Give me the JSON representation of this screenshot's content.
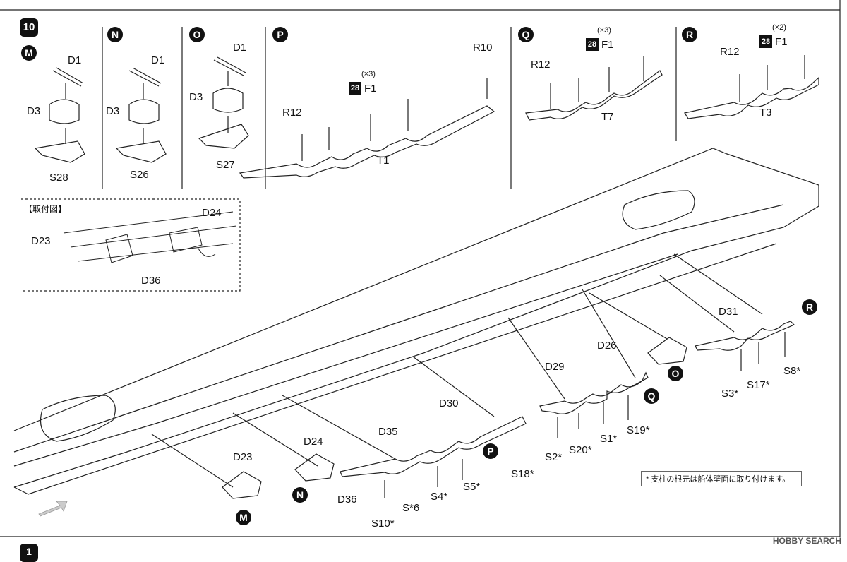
{
  "step_number": "10",
  "bottom_step_number": "1",
  "panels": {
    "M": {
      "letter": "M",
      "part_top": "D1",
      "part_mid": "D3",
      "part_base": "S28"
    },
    "N": {
      "letter": "N",
      "part_top": "D1",
      "part_mid": "D3",
      "part_base": "S26"
    },
    "O": {
      "letter": "O",
      "part_top": "D1",
      "part_mid": "D3",
      "part_base": "S27"
    },
    "P": {
      "letter": "P",
      "r12": "R12",
      "r10": "R10",
      "mult": "(×3)",
      "f1": "F1",
      "ref": "28",
      "t": "T1"
    },
    "Q": {
      "letter": "Q",
      "r12": "R12",
      "mult": "(×3)",
      "f1": "F1",
      "ref": "28",
      "t": "T7"
    },
    "R": {
      "letter": "R",
      "r12": "R12",
      "mult": "(×2)",
      "f1": "F1",
      "ref": "28",
      "t": "T3"
    }
  },
  "inset": {
    "title": "【取付図】",
    "d23": "D23",
    "d24": "D24",
    "d36": "D36"
  },
  "main": {
    "m_d23": "D23",
    "m": "M",
    "n_d24": "D24",
    "n": "N",
    "p_d35": "D35",
    "p_d30": "D30",
    "p_d36": "D36",
    "p": "P",
    "p_s10": "S10*",
    "p_s6": "S*6",
    "p_s4": "S4*",
    "p_s5": "S5*",
    "p_s18": "S18*",
    "q_d29": "D29",
    "q_d26": "D26",
    "q": "Q",
    "q_s2": "S2*",
    "q_s20": "S20*",
    "q_s1": "S1*",
    "q_s19": "S19*",
    "o": "O",
    "r_d31": "D31",
    "r": "R",
    "r_s3": "S3*",
    "r_s17": "S17*",
    "r_s8": "S8*"
  },
  "footnote": "* 支柱の根元は船体壁面に取り付けます。",
  "watermark": "HOBBY SEARCH"
}
